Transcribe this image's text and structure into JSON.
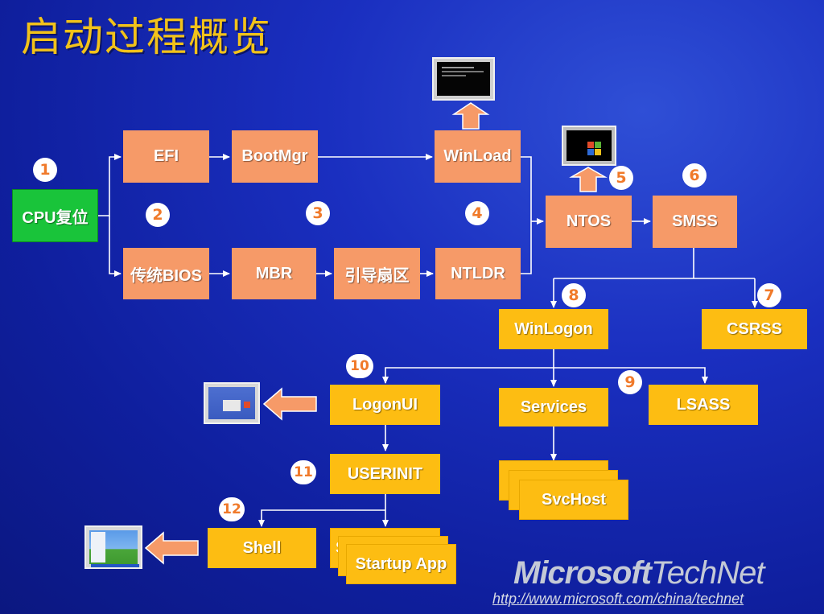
{
  "title": "启动过程概览",
  "nodes": {
    "cpu": "CPU复位",
    "efi": "EFI",
    "bootmgr": "BootMgr",
    "winload": "WinLoad",
    "bios": "传统BIOS",
    "mbr": "MBR",
    "bootsector": "引导扇区",
    "ntldr": "NTLDR",
    "ntos": "NTOS",
    "smss": "SMSS",
    "winlogon": "WinLogon",
    "csrss": "CSRSS",
    "logonui": "LogonUI",
    "services": "Services",
    "lsass": "LSASS",
    "svchost": "SvcHost",
    "userinit": "USERINIT",
    "shell": "Shell",
    "startup_stack_peek": "S",
    "startup_app": "Startup App"
  },
  "badges": [
    "1",
    "2",
    "3",
    "4",
    "5",
    "6",
    "7",
    "8",
    "9",
    "10",
    "11",
    "12"
  ],
  "brand": {
    "name": "Microsoft",
    "product": "TechNet",
    "url": "http://www.microsoft.com/china/technet"
  },
  "colors": {
    "title": "#f2c21a",
    "salmon": "#f69a68",
    "yellow": "#fdbd12",
    "green": "#19c43a",
    "arrow": "#f69a68"
  },
  "icons": [
    "arrow-up-icon",
    "arrow-left-icon",
    "monitor-icon"
  ]
}
